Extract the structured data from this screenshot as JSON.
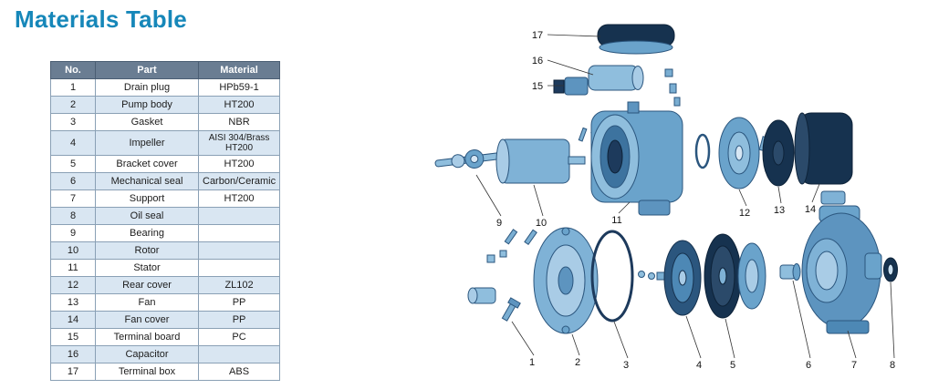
{
  "page": {
    "title": "Materials Table"
  },
  "table": {
    "headers": [
      "No.",
      "Part",
      "Material"
    ],
    "rows": [
      {
        "no": "1",
        "part": "Drain plug",
        "material": "HPb59-1"
      },
      {
        "no": "2",
        "part": "Pump body",
        "material": "HT200"
      },
      {
        "no": "3",
        "part": "Gasket",
        "material": "NBR"
      },
      {
        "no": "4",
        "part": "Impeller",
        "material": "AISI 304/Brass HT200"
      },
      {
        "no": "5",
        "part": "Bracket cover",
        "material": "HT200"
      },
      {
        "no": "6",
        "part": "Mechanical seal",
        "material": "Carbon/Ceramic"
      },
      {
        "no": "7",
        "part": "Support",
        "material": "HT200"
      },
      {
        "no": "8",
        "part": "Oil seal",
        "material": ""
      },
      {
        "no": "9",
        "part": "Bearing",
        "material": ""
      },
      {
        "no": "10",
        "part": "Rotor",
        "material": ""
      },
      {
        "no": "11",
        "part": "Stator",
        "material": ""
      },
      {
        "no": "12",
        "part": "Rear cover",
        "material": "ZL102"
      },
      {
        "no": "13",
        "part": "Fan",
        "material": "PP"
      },
      {
        "no": "14",
        "part": "Fan cover",
        "material": "PP"
      },
      {
        "no": "15",
        "part": "Terminal board",
        "material": "PC"
      },
      {
        "no": "16",
        "part": "Capacitor",
        "material": ""
      },
      {
        "no": "17",
        "part": "Terminal box",
        "material": "ABS"
      }
    ]
  },
  "diagram": {
    "description": "Exploded view of centrifugal pump with numbered callouts",
    "callouts": [
      "1",
      "2",
      "3",
      "4",
      "5",
      "6",
      "7",
      "8",
      "9",
      "10",
      "11",
      "12",
      "13",
      "14",
      "15",
      "16",
      "17"
    ]
  },
  "colors": {
    "title": "#1687b9",
    "table_header_bg": "#6a7d92",
    "table_alt_row_bg": "#d9e6f2",
    "diagram_light_blue": "#9fc6e0",
    "diagram_mid_blue": "#6aa3cb",
    "diagram_dark_navy": "#16324f"
  }
}
